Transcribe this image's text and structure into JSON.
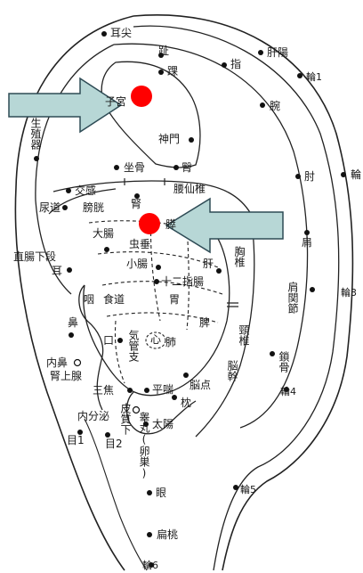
{
  "diagram": {
    "highlight_color": "#ff0000",
    "arrow_fill": "#b7d7d6",
    "arrow_stroke": "#2e4b55",
    "labels": {
      "erjian": "耳尖",
      "zhi_toe": "趾",
      "huai": "踝",
      "zhi_finger": "指",
      "ganyang": "肝陽",
      "lun1": "輪1",
      "zigong": "子宮",
      "wan": "腕",
      "shengzhiqi": "生殖器",
      "shenmen": "神門",
      "zhou": "肘",
      "lun2": "輪",
      "zuogu": "坐骨",
      "tun": "臀",
      "yaoxianzhui": "腰仙椎",
      "jiaogan": "交感",
      "niaodao": "尿道",
      "pangguang": "膀胱",
      "shen": "腎",
      "yi": "膵",
      "dachang": "大腸",
      "chuichui": "虫垂",
      "jian": "肩",
      "xiongzhui": "胸椎",
      "zhichangxiaduan": "直腸下段",
      "xiaochang": "小腸",
      "gan": "肝",
      "er": "耳",
      "shierzhichang": "十二指腸",
      "lun3": "輪3",
      "yan": "咽",
      "shidao": "食道",
      "wei": "胃",
      "jianguanjie": "肩関節",
      "bi": "鼻",
      "xin": "心",
      "pi": "脾",
      "jingzhui": "頸椎",
      "kou": "口",
      "qiguanzhi": "気管支",
      "fei": "肺",
      "naigan": "脳幹",
      "suogu": "鎖骨",
      "neibi": "内鼻",
      "shenshangxian": "腎上腺",
      "pingchuan": "平喘",
      "naodian": "脳点",
      "lun4": "輪4",
      "sanjiao": "三焦",
      "zhen": "枕",
      "neifenmi": "内分泌",
      "pizhixia": "皮質下",
      "taiyang": "太陽",
      "gaowan": "睾丸(卵巣)",
      "mu1": "目1",
      "mu2": "目2",
      "yan_eye": "眼",
      "lun5": "輪5",
      "biantao": "扁桃",
      "lun6": "輪6"
    }
  }
}
